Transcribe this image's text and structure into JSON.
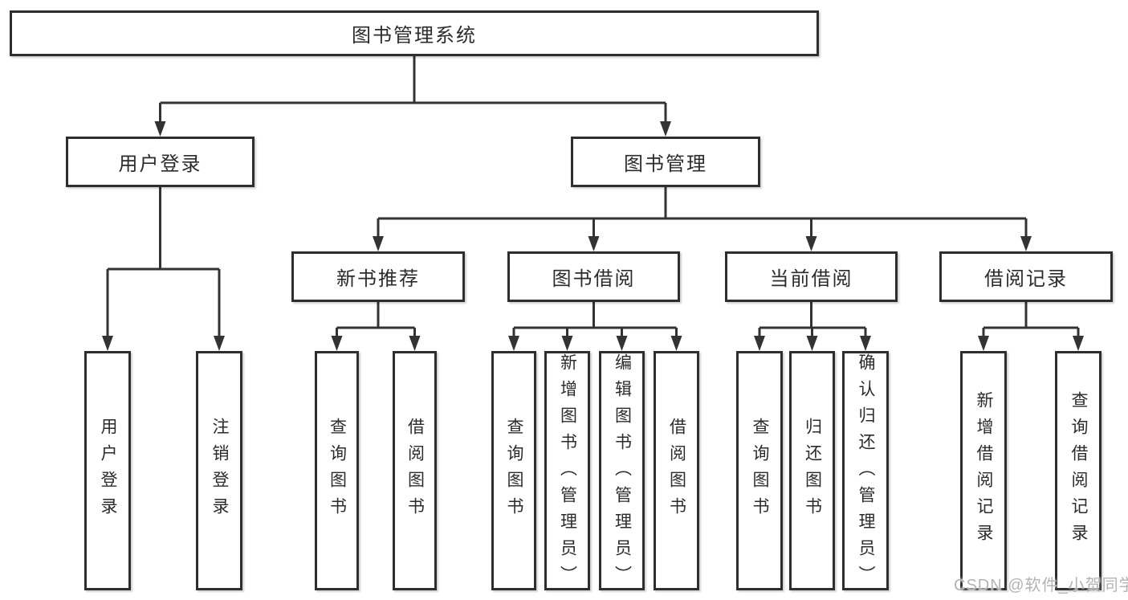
{
  "tree": {
    "label": "图书管理系统",
    "children": [
      {
        "label": "用户登录",
        "children": [
          {
            "label": "用户登录"
          },
          {
            "label": "注销登录"
          }
        ]
      },
      {
        "label": "图书管理",
        "children": [
          {
            "label": "新书推荐",
            "children": [
              {
                "label": "查询图书"
              },
              {
                "label": "借阅图书"
              }
            ]
          },
          {
            "label": "图书借阅",
            "children": [
              {
                "label": "查询图书"
              },
              {
                "label": "新增图书（管理员）"
              },
              {
                "label": "编辑图书（管理员）"
              },
              {
                "label": "借阅图书"
              }
            ]
          },
          {
            "label": "当前借阅",
            "children": [
              {
                "label": "查询图书"
              },
              {
                "label": "归还图书"
              },
              {
                "label": "确认归还（管理员）"
              }
            ]
          },
          {
            "label": "借阅记录",
            "children": [
              {
                "label": "新增借阅记录"
              },
              {
                "label": "查询借阅记录"
              }
            ]
          }
        ]
      }
    ]
  },
  "watermark": {
    "text": "CSDN @软件_小贺同学"
  },
  "colors": {
    "stroke": "#333333",
    "node-border": "#2e2e2e",
    "text": "#2b2b2b",
    "watermark": "#b3b3b3"
  }
}
